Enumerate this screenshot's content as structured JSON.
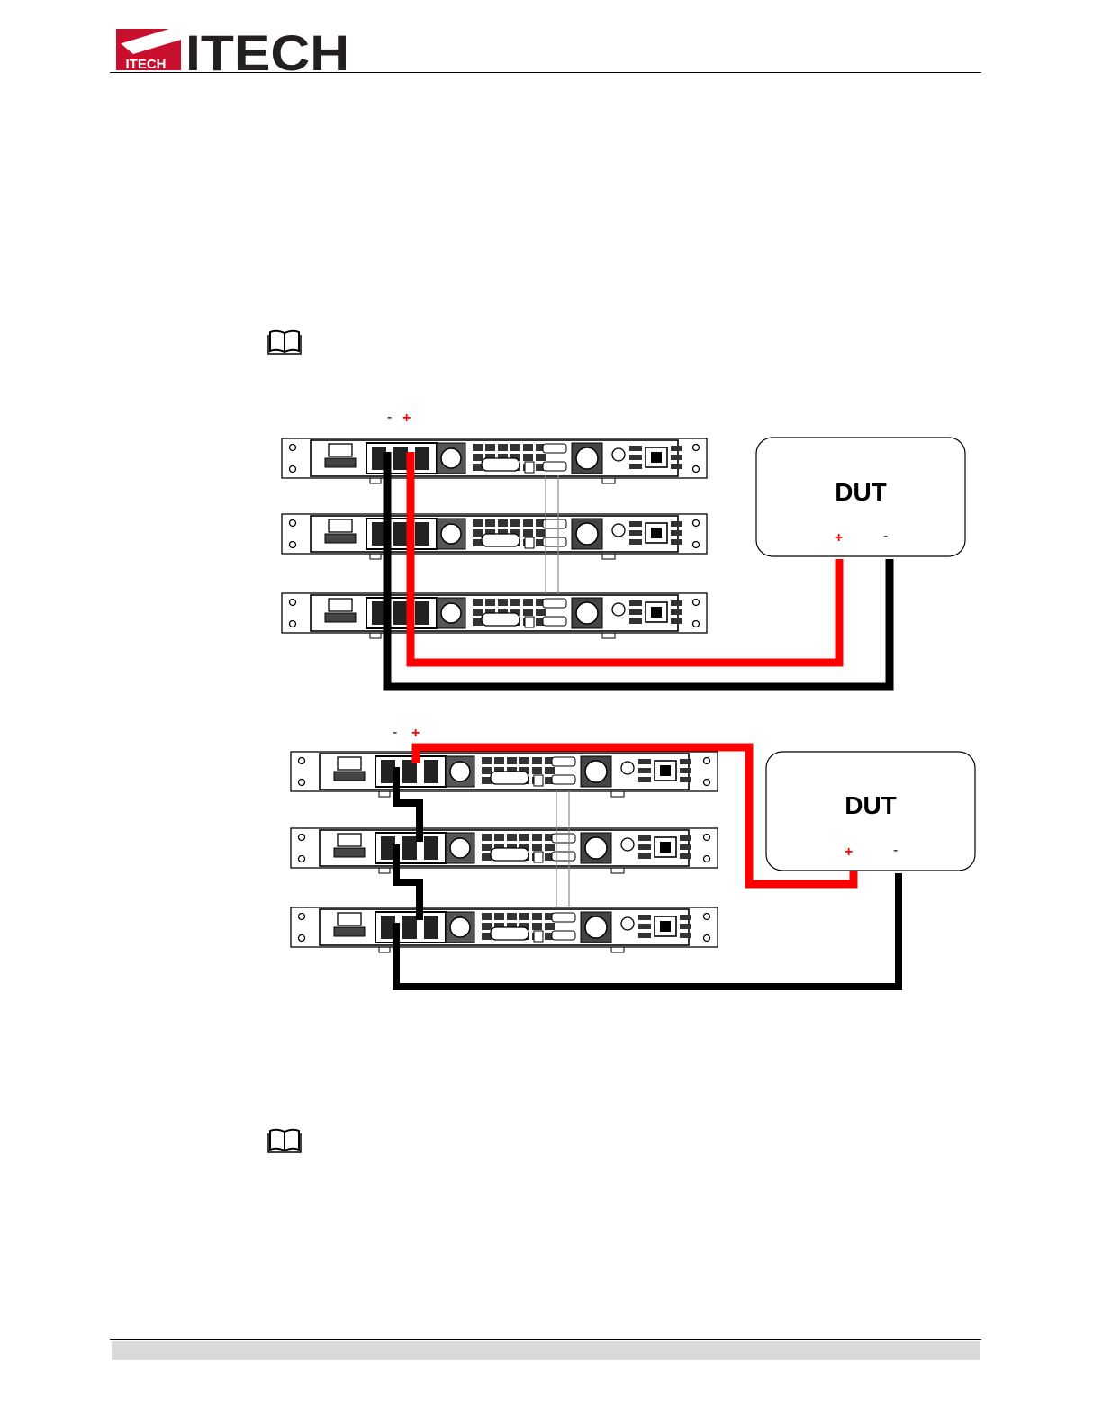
{
  "header": {
    "logo_text": "ITECH",
    "logo_badge_text": "ITECH",
    "brand_color": "#c8102e"
  },
  "notes": [
    {
      "icon": "book-icon"
    },
    {
      "icon": "book-icon"
    }
  ],
  "diagrams": [
    {
      "description": "",
      "terminal_minus": "-",
      "terminal_plus": "+",
      "dut_label": "DUT",
      "dut_plus": "+",
      "dut_minus": "-"
    },
    {
      "description": "",
      "terminal_minus": "-",
      "terminal_plus": "+",
      "dut_label": "DUT",
      "dut_plus": "+",
      "dut_minus": "-"
    }
  ],
  "colors": {
    "positive_wire": "#ff0000",
    "negative_wire": "#000000",
    "footer_bar": "#d9d9d9"
  }
}
